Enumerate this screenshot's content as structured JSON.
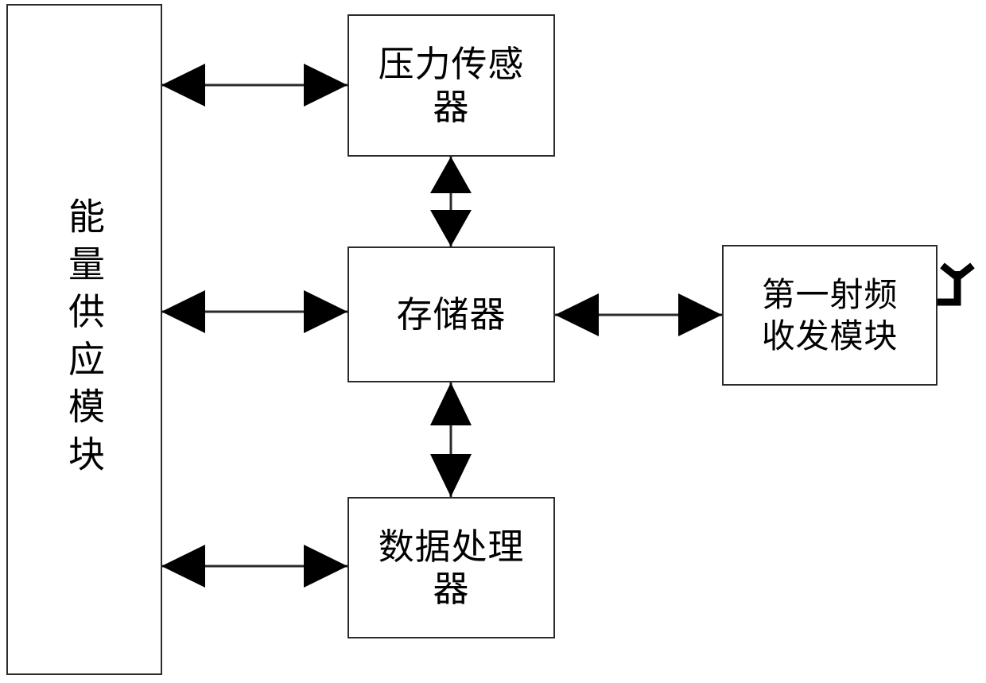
{
  "figure": {
    "type": "block-diagram",
    "title": "",
    "background_color": "#ffffff",
    "line_color": "#2b2b2b",
    "arrow_color": "#000000",
    "text_color": "#000000"
  },
  "nodes": {
    "energy_supply": {
      "label": "能量供应模块",
      "orientation": "vertical"
    },
    "pressure_sensor": {
      "label": "压力传感\n器"
    },
    "memory": {
      "label": "存储器"
    },
    "data_processor": {
      "label": "数据处理\n器"
    },
    "rf_transceiver": {
      "label": "第一射频\n收发模块"
    }
  },
  "symbols": {
    "antenna": "antenna-symbol"
  },
  "connections": [
    {
      "from": "energy_supply",
      "to": "pressure_sensor",
      "style": "double-arrow",
      "direction": "horizontal"
    },
    {
      "from": "energy_supply",
      "to": "memory",
      "style": "double-arrow",
      "direction": "horizontal"
    },
    {
      "from": "energy_supply",
      "to": "data_processor",
      "style": "double-arrow",
      "direction": "horizontal"
    },
    {
      "from": "pressure_sensor",
      "to": "memory",
      "style": "double-arrow",
      "direction": "vertical"
    },
    {
      "from": "memory",
      "to": "data_processor",
      "style": "double-arrow",
      "direction": "vertical"
    },
    {
      "from": "memory",
      "to": "rf_transceiver",
      "style": "double-arrow",
      "direction": "horizontal"
    },
    {
      "from": "rf_transceiver",
      "to": "antenna",
      "style": "plain-line",
      "direction": "horizontal"
    }
  ]
}
